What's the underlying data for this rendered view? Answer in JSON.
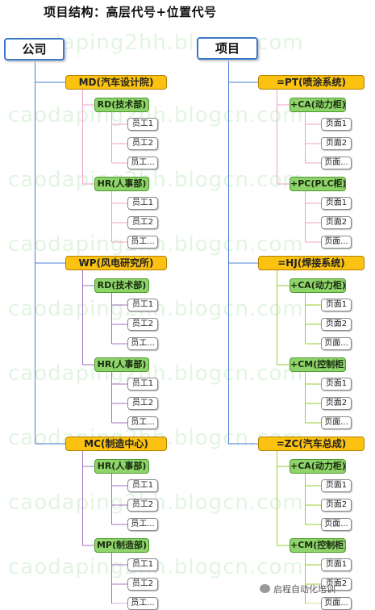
{
  "title": "项目结构：高层代号+位置代号",
  "watermark": "caodaping2hh.blogcn.com",
  "watermark_color": "#8fd48f",
  "footer": {
    "icon": "wechat-icon",
    "text": "启程自动化培训"
  },
  "colors": {
    "root_border": "#3c78c8",
    "level1_fill": "#fbc211",
    "level2_fill": "#8ed46b",
    "line_blue": "#4a7fd4",
    "line_pink": "#f0a0c8",
    "line_green": "#9acd32",
    "line_purple": "#a070c0"
  },
  "trees": [
    {
      "root": "公司",
      "children": [
        {
          "label": "MD(汽车设计院)",
          "line": "pink",
          "children": [
            {
              "label": "RD(技术部)",
              "children": [
                "员工1",
                "员工2",
                "员工..."
              ]
            },
            {
              "label": "HR(人事部)",
              "children": [
                "员工1",
                "员工2",
                "员工..."
              ]
            }
          ]
        },
        {
          "label": "WP(风电研究所)",
          "line": "purple",
          "children": [
            {
              "label": "RD(技术部)",
              "children": [
                "员工1",
                "员工2",
                "员工..."
              ]
            },
            {
              "label": "HR(人事部)",
              "children": [
                "员工1",
                "员工2",
                "员工..."
              ]
            }
          ]
        },
        {
          "label": "MC(制造中心)",
          "line": "purple",
          "children": [
            {
              "label": "HR(人事部)",
              "children": [
                "员工1",
                "员工2",
                "员工..."
              ]
            },
            {
              "label": "MP(制造部)",
              "children": [
                "员工1",
                "员工2",
                "员工..."
              ]
            }
          ]
        }
      ]
    },
    {
      "root": "项目",
      "children": [
        {
          "label": "=PT(喷涂系统)",
          "line": "pink",
          "children": [
            {
              "label": "+CA(动力柜)",
              "children": [
                "页面1",
                "页面2",
                "页面..."
              ]
            },
            {
              "label": "+PC(PLC柜)",
              "children": [
                "页面1",
                "页面2",
                "页面..."
              ]
            }
          ]
        },
        {
          "label": "=HJ(焊接系统)",
          "line": "green",
          "children": [
            {
              "label": "+CA(动力柜)",
              "children": [
                "页面1",
                "页面2",
                "页面..."
              ]
            },
            {
              "label": "+CM(控制柜)",
              "children": [
                "页面1",
                "页面2",
                "页面..."
              ]
            }
          ]
        },
        {
          "label": "=ZC(汽车总成)",
          "line": "green",
          "children": [
            {
              "label": "+CA(动力柜)",
              "children": [
                "页面1",
                "页面2",
                "页面..."
              ]
            },
            {
              "label": "+CM(控制柜)",
              "children": [
                "页面1",
                "页面2",
                "页面..."
              ]
            }
          ]
        }
      ]
    }
  ]
}
